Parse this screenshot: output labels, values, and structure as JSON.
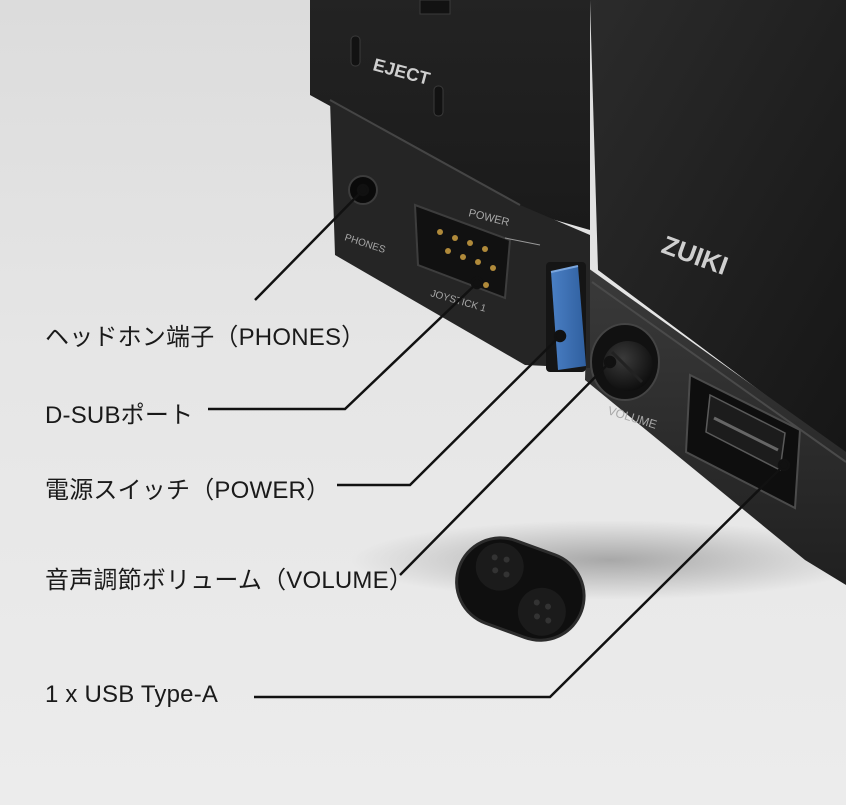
{
  "device": {
    "eject_label": "EJECT",
    "phones_label": "PHONES",
    "power_label": "POWER",
    "joystick_label": "JOYSTICK 1",
    "volume_label": "VOLUME",
    "brand_label": "ZUIKI"
  },
  "callouts": [
    {
      "label": "ヘッドホン端子（PHONES）"
    },
    {
      "label": "D-SUBポート"
    },
    {
      "label": "電源スイッチ（POWER）"
    },
    {
      "label": "音声調節ボリューム（VOLUME）"
    },
    {
      "label": "1 x USB Type-A"
    }
  ]
}
